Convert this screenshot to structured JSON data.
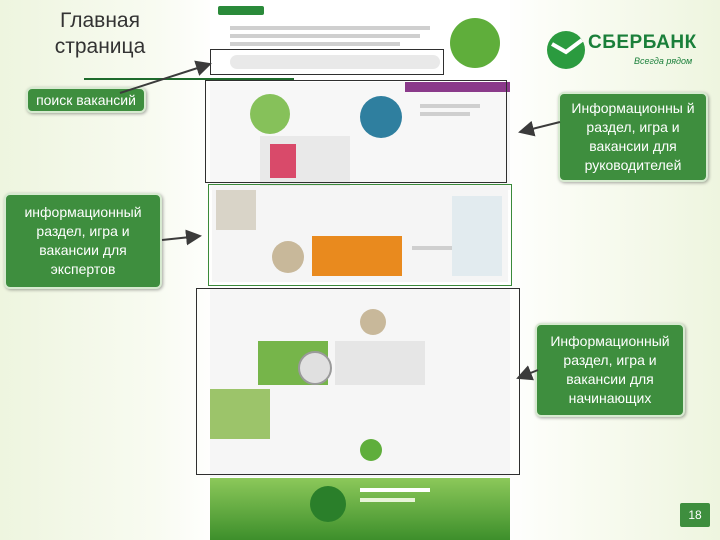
{
  "slide": {
    "title": "Главная\nстраница",
    "page_number": "18"
  },
  "logo": {
    "name": "СБЕРБАНК",
    "tagline": "Всегда рядом"
  },
  "callouts": {
    "search": "поиск вакансий",
    "managers": "Информационны й раздел, игра и вакансии для руководителей",
    "experts": "информационный раздел, игра и вакансии для экспертов",
    "beginners": "Информационный раздел, игра и вакансии для начинающих"
  },
  "colors": {
    "callout_bg": "#3e8e3e",
    "brand_green": "#1a7f3a"
  }
}
